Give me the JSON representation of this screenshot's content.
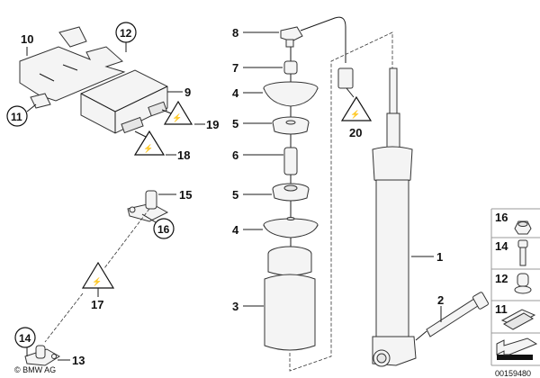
{
  "diagram": {
    "callouts": {
      "c1": "1",
      "c2": "2",
      "c3": "3",
      "c4a": "4",
      "c4b": "4",
      "c5a": "5",
      "c5b": "5",
      "c6": "6",
      "c7": "7",
      "c8": "8",
      "c9": "9",
      "c10": "10",
      "c11": "11",
      "c12": "12",
      "c13": "13",
      "c14": "14",
      "c15": "15",
      "c16": "16",
      "c17": "17",
      "c18": "18",
      "c19": "19",
      "c20": "20"
    },
    "legend": [
      {
        "num": "16",
        "icon": "hex-nut-icon"
      },
      {
        "num": "14",
        "icon": "bolt-icon"
      },
      {
        "num": "12",
        "icon": "expansion-nut-icon"
      },
      {
        "num": "11",
        "icon": "clip-nut-icon"
      },
      {
        "num": "",
        "icon": "direction-arrow-icon"
      }
    ],
    "diagram_number": "00159480",
    "copyright": "© BMW AG",
    "warning_icon": "electrostatic-warning-icon"
  }
}
